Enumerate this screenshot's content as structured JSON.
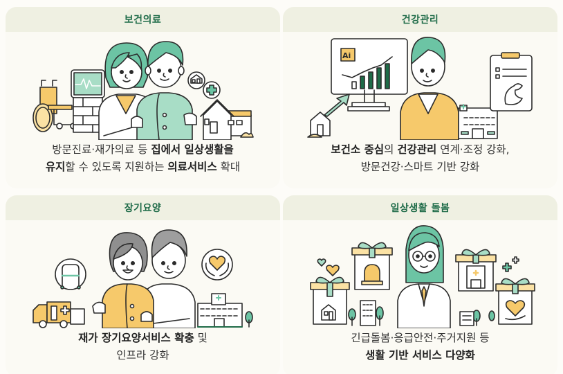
{
  "cards": [
    {
      "title": "보건의료",
      "illustration": [
        "wheelchair-icon",
        "heart-monitor-icon",
        "female-doctor-figure",
        "patient-figure",
        "home-icon",
        "medical-cross-icon",
        "house-icon"
      ],
      "line1": [
        {
          "t": "방문진료·재가의료 등 ",
          "b": false
        },
        {
          "t": "집에서 일상생활을",
          "b": true
        }
      ],
      "line2": [
        {
          "t": "유지",
          "b": true
        },
        {
          "t": "할 수 있도록 지원하는 ",
          "b": false
        },
        {
          "t": "의료서비스",
          "b": true
        },
        {
          "t": " 확대",
          "b": false
        }
      ]
    },
    {
      "title": "건강관리",
      "illustration": [
        "house-icon",
        "growth-arrow-icon",
        "ai-monitor-chart-icon",
        "person-figure",
        "hospital-icon",
        "clipboard-icon",
        "muscle-arm-icon"
      ],
      "line1": [
        {
          "t": "보건소 중심",
          "b": true
        },
        {
          "t": "의 ",
          "b": false
        },
        {
          "t": "건강관리",
          "b": true
        },
        {
          "t": " 연계·조정 강화,",
          "b": false
        }
      ],
      "line2": [
        {
          "t": "방문건강·스마트 기반 강화",
          "b": false
        }
      ]
    },
    {
      "title": "장기요양",
      "illustration": [
        "ambulance-icon",
        "walker-icon",
        "elderly-woman-figure",
        "caregiver-figure",
        "heart-hands-icon",
        "hospital-icon",
        "tree-icon"
      ],
      "line1": [
        {
          "t": "재가 장기요양서비스 확충",
          "b": true
        },
        {
          "t": " 및",
          "b": false
        }
      ],
      "line2": [
        {
          "t": "인프라 강화",
          "b": false
        }
      ]
    },
    {
      "title": "일상생활 돌봄",
      "illustration": [
        "heart-icon",
        "gift-box-home-icon",
        "gift-box-alarm-icon",
        "building-icon",
        "doctor-with-glasses-figure",
        "gift-box-hospital-icon",
        "plus-icon",
        "gift-box-heart-icon",
        "tree-icon"
      ],
      "line1": [
        {
          "t": "긴급돌봄·응급안전·주거지원 등",
          "b": false
        }
      ],
      "line2": [
        {
          "t": "생활 기반 서비스 다양화",
          "b": true
        }
      ]
    }
  ],
  "colors": {
    "header_bg": "#eff0e2",
    "header_text": "#1e6b48",
    "card_bg": "#fbfaf4",
    "teal": "#6cc4a4",
    "teal_light": "#a8ddc6",
    "yellow": "#f6c96b",
    "yellow_light": "#fbe2a4",
    "ink": "#2b2b2b"
  }
}
